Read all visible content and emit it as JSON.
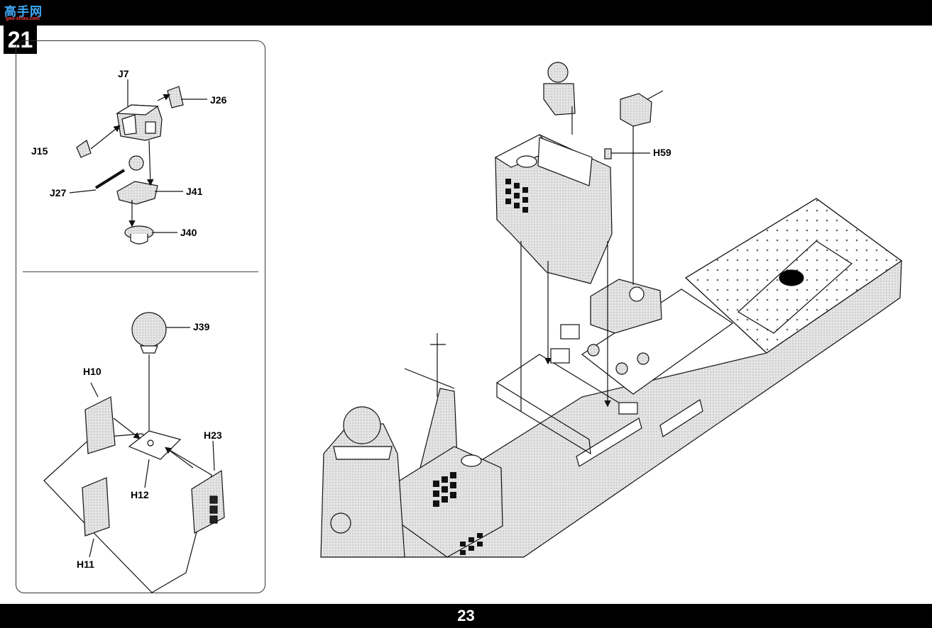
{
  "header": {
    "watermark_text": "高手网",
    "watermark_sub": "gao-shou.com"
  },
  "step_number": "21",
  "page_number": "23",
  "labels": {
    "J7": "J7",
    "J26": "J26",
    "J15": "J15",
    "J27": "J27",
    "J41": "J41",
    "J40": "J40",
    "J39": "J39",
    "H10": "H10",
    "H23": "H23",
    "H12": "H12",
    "H11": "H11",
    "H59": "H59"
  },
  "colors": {
    "bar": "#000000",
    "line": "#111111",
    "hatch": "#cfcfcf"
  }
}
